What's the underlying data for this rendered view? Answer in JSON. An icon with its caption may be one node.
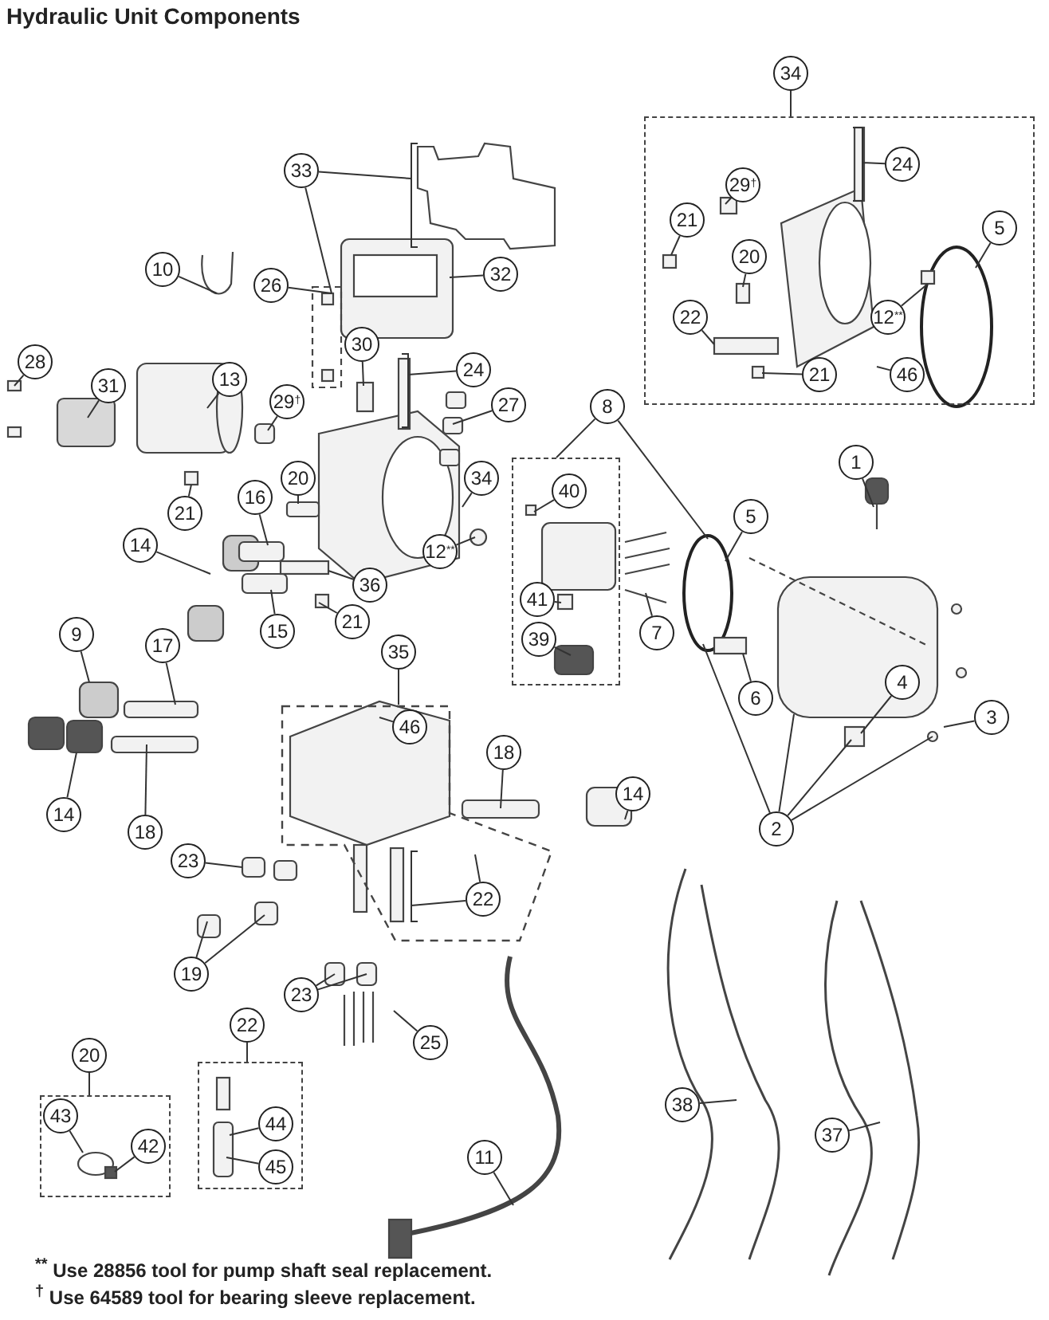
{
  "diagram": {
    "title": "Hydraulic Unit Components",
    "nodes": [
      {
        "text": [],
        "shape": "box"
      },
      {
        "text": [
          "34"
        ]
      },
      {
        "text": [
          "24"
        ],
        "in": 0
      },
      {
        "text": [
          "29$^{†}$"
        ],
        "in": 0
      },
      {
        "text": [
          "21"
        ],
        "in": 0
      },
      {
        "text": [
          "20"
        ],
        "in": 0
      },
      {
        "text": [
          "5"
        ],
        "in": 0
      },
      {
        "text": [
          "22"
        ],
        "in": 0
      },
      {
        "text": [
          "12$^{**}$"
        ],
        "in": 0
      },
      {
        "text": [
          "21"
        ],
        "in": 0
      },
      {
        "text": [
          "46"
        ],
        "in": 0
      },
      {
        "text": [
          "33"
        ]
      },
      {
        "text": [
          "32"
        ]
      },
      {
        "text": [
          "10"
        ]
      },
      {
        "text": [
          "26"
        ]
      },
      {
        "text": [
          "30"
        ]
      },
      {
        "text": [
          "24"
        ]
      },
      {
        "text": [
          "28"
        ]
      },
      {
        "text": [
          "31"
        ]
      },
      {
        "text": [
          "13"
        ]
      },
      {
        "text": [
          "29$^{†}$"
        ]
      },
      {
        "text": [
          "27"
        ]
      },
      {
        "text": [
          "20"
        ]
      },
      {
        "text": [
          "34"
        ]
      },
      {
        "text": [
          "16"
        ]
      },
      {
        "text": [
          "21"
        ]
      },
      {
        "text": [
          "14"
        ]
      },
      {
        "text": [
          "12$^{**}$"
        ]
      },
      {
        "text": [
          "36"
        ]
      },
      {
        "text": [
          "15"
        ]
      },
      {
        "text": [
          "21"
        ]
      },
      {
        "text": [
          "8"
        ]
      },
      {
        "text": [],
        "shape": "box"
      },
      {
        "text": [
          "40"
        ],
        "in": 32
      },
      {
        "text": [
          "41"
        ],
        "in": 32
      },
      {
        "text": [
          "39"
        ],
        "in": 32
      },
      {
        "text": [
          "7"
        ]
      },
      {
        "text": [
          "5"
        ]
      },
      {
        "text": [
          "1"
        ]
      },
      {
        "text": [
          "6"
        ]
      },
      {
        "text": [
          "4"
        ]
      },
      {
        "text": [
          "3"
        ]
      },
      {
        "text": [
          "2"
        ]
      },
      {
        "text": [
          "9"
        ]
      },
      {
        "text": [
          "17"
        ]
      },
      {
        "text": [
          "35"
        ]
      },
      {
        "text": [],
        "shape": "box"
      },
      {
        "text": [
          "46"
        ],
        "in": 46
      },
      {
        "text": [
          "18"
        ]
      },
      {
        "text": [
          "14"
        ]
      },
      {
        "text": [
          "18"
        ]
      },
      {
        "text": [
          "14"
        ]
      },
      {
        "text": [
          "23"
        ]
      },
      {
        "text": [
          "22"
        ],
        "in": 46
      },
      {
        "text": [
          "19"
        ]
      },
      {
        "text": [
          "23"
        ]
      },
      {
        "text": [
          "25"
        ]
      },
      {
        "text": [
          "20"
        ]
      },
      {
        "text": [],
        "shape": "box"
      },
      {
        "text": [
          "43"
        ],
        "in": 58
      },
      {
        "text": [
          "42"
        ],
        "in": 58
      },
      {
        "text": [
          "22"
        ]
      },
      {
        "text": [],
        "shape": "box"
      },
      {
        "text": [
          "44"
        ],
        "in": 62
      },
      {
        "text": [
          "45"
        ],
        "in": 62
      },
      {
        "text": [
          "11"
        ]
      },
      {
        "text": [
          "38"
        ]
      },
      {
        "text": [
          "37"
        ]
      }
    ],
    "edges": [
      {
        "from": 1,
        "to": 0,
        "arrow": "none"
      },
      {
        "from": 2,
        "to": null,
        "arrow": "none"
      },
      {
        "from": 3,
        "to": null,
        "arrow": "none"
      },
      {
        "from": 4,
        "to": null,
        "arrow": "none"
      },
      {
        "from": 5,
        "to": null,
        "arrow": "none"
      },
      {
        "from": 6,
        "to": null,
        "arrow": "none"
      },
      {
        "from": 7,
        "to": null,
        "arrow": "none"
      },
      {
        "from": 8,
        "to": null,
        "arrow": "none"
      },
      {
        "from": 9,
        "to": null,
        "arrow": "none"
      },
      {
        "from": 10,
        "to": null,
        "arrow": "none"
      },
      {
        "from": 11,
        "to": null,
        "arrow": "none"
      },
      {
        "from": 11,
        "to": null,
        "arrow": "none"
      },
      {
        "from": 12,
        "to": null,
        "arrow": "none"
      },
      {
        "from": 13,
        "to": null,
        "arrow": "none"
      },
      {
        "from": 14,
        "to": null,
        "arrow": "none"
      },
      {
        "from": 15,
        "to": null,
        "arrow": "none"
      },
      {
        "from": 16,
        "to": null,
        "arrow": "none"
      },
      {
        "from": 17,
        "to": null,
        "arrow": "none"
      },
      {
        "from": 18,
        "to": null,
        "arrow": "none"
      },
      {
        "from": 19,
        "to": null,
        "arrow": "none"
      },
      {
        "from": 20,
        "to": null,
        "arrow": "none"
      },
      {
        "from": 21,
        "to": null,
        "arrow": "none"
      },
      {
        "from": 22,
        "to": null,
        "arrow": "none"
      },
      {
        "from": 23,
        "to": null,
        "arrow": "none"
      },
      {
        "from": 24,
        "to": null,
        "arrow": "none"
      },
      {
        "from": 25,
        "to": null,
        "arrow": "none"
      },
      {
        "from": 26,
        "to": null,
        "arrow": "none"
      },
      {
        "from": 27,
        "to": null,
        "arrow": "none"
      },
      {
        "from": 28,
        "to": null,
        "arrow": "none"
      },
      {
        "from": 29,
        "to": null,
        "arrow": "none"
      },
      {
        "from": 30,
        "to": null,
        "arrow": "none"
      },
      {
        "from": 31,
        "to": 32,
        "arrow": "none"
      },
      {
        "from": 31,
        "to": null,
        "arrow": "none"
      },
      {
        "from": 33,
        "to": null,
        "arrow": "none"
      },
      {
        "from": 34,
        "to": null,
        "arrow": "none"
      },
      {
        "from": 35,
        "to": null,
        "arrow": "none"
      },
      {
        "from": 36,
        "to": null,
        "arrow": "none"
      },
      {
        "from": 37,
        "to": null,
        "arrow": "none"
      },
      {
        "from": 38,
        "to": null,
        "arrow": "none"
      },
      {
        "from": 39,
        "to": null,
        "arrow": "none"
      },
      {
        "from": 40,
        "to": null,
        "arrow": "none"
      },
      {
        "from": 41,
        "to": null,
        "arrow": "none"
      },
      {
        "from": 42,
        "to": null,
        "arrow": "none"
      },
      {
        "from": 42,
        "to": null,
        "arrow": "none"
      },
      {
        "from": 42,
        "to": null,
        "arrow": "none"
      },
      {
        "from": 42,
        "to": null,
        "arrow": "none"
      },
      {
        "from": 43,
        "to": null,
        "arrow": "none"
      },
      {
        "from": 44,
        "to": null,
        "arrow": "none"
      },
      {
        "from": 45,
        "to": 46,
        "arrow": "none"
      },
      {
        "from": 47,
        "to": null,
        "arrow": "none"
      },
      {
        "from": 48,
        "to": null,
        "arrow": "none"
      },
      {
        "from": 49,
        "to": null,
        "arrow": "none"
      },
      {
        "from": 50,
        "to": null,
        "arrow": "none"
      },
      {
        "from": 51,
        "to": null,
        "arrow": "none"
      },
      {
        "from": 52,
        "to": null,
        "arrow": "none"
      },
      {
        "from": 53,
        "to": null,
        "arrow": "none"
      },
      {
        "from": 53,
        "to": null,
        "arrow": "none"
      },
      {
        "from": 54,
        "to": null,
        "arrow": "none"
      },
      {
        "from": 54,
        "to": null,
        "arrow": "none"
      },
      {
        "from": 55,
        "to": null,
        "arrow": "none"
      },
      {
        "from": 55,
        "to": null,
        "arrow": "none"
      },
      {
        "from": 56,
        "to": null,
        "arrow": "none"
      },
      {
        "from": 57,
        "to": 58,
        "arrow": "none"
      },
      {
        "from": 59,
        "to": null,
        "arrow": "none"
      },
      {
        "from": 60,
        "to": null,
        "arrow": "none"
      },
      {
        "from": 61,
        "to": 62,
        "arrow": "none"
      },
      {
        "from": 63,
        "to": null,
        "arrow": "none"
      },
      {
        "from": 64,
        "to": null,
        "arrow": "none"
      },
      {
        "from": 65,
        "to": null,
        "arrow": "none"
      },
      {
        "from": 66,
        "to": null,
        "arrow": "none"
      },
      {
        "from": 67,
        "to": null,
        "arrow": "none"
      }
    ],
    "labels": [
      "$^{**}$ Use 28856 tool for pump shaft seal replacement.",
      "$^{†}$ Use 64589 tool for bearing sleeve replacement."
    ]
  }
}
